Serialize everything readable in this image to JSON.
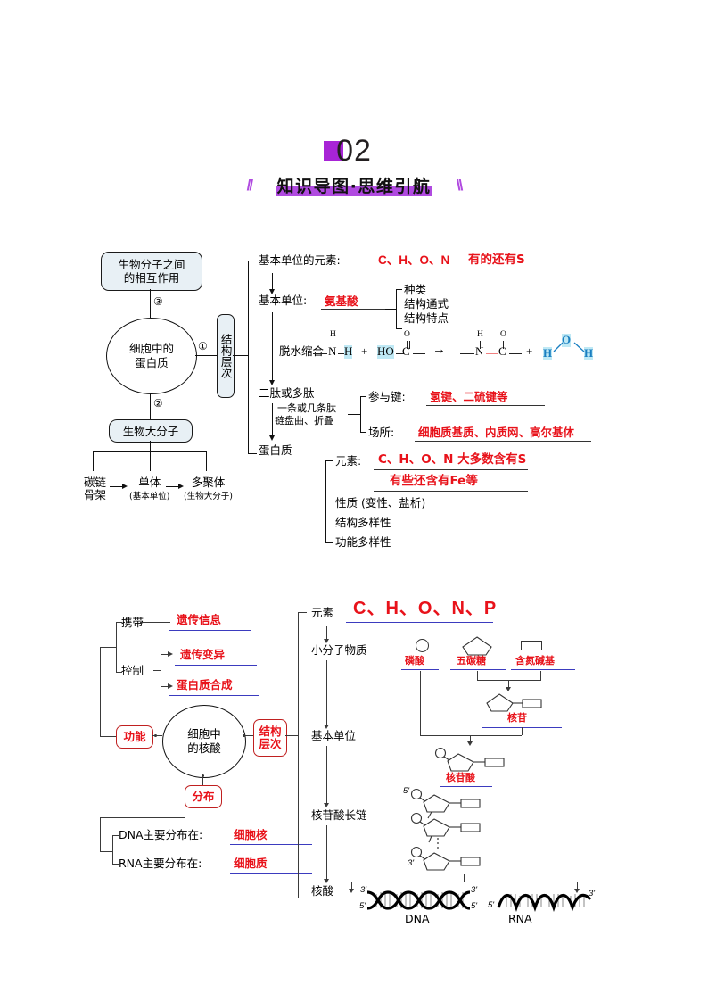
{
  "header": {
    "number": "02",
    "title": "知识导图·思维引航",
    "slash_left": "//",
    "slash_right": "\\\\",
    "accent_color": "#b04ae0",
    "square_color": "#a824d6"
  },
  "protein_map": {
    "center": "细胞中的\n蛋白质",
    "center_line1": "细胞中的",
    "center_line2": "蛋白质",
    "node_top": "生物分子之间\n的相互作用",
    "node_top_line1": "生物分子之间",
    "node_top_line2": "的相互作用",
    "node_bottom": "生物大分子",
    "branch_right_label": "结构层次",
    "marker_1": "①",
    "marker_2": "②",
    "marker_3": "③",
    "polymer_chain": [
      {
        "line1": "碳链",
        "line2": "骨架"
      },
      {
        "line1": "单体",
        "line2": "(基本单位)"
      },
      {
        "line1": "多聚体",
        "line2": "(生物大分子)"
      }
    ],
    "steps": {
      "elements_label": "基本单位的元素:",
      "elements_value": "C、H、O、N",
      "elements_extra": "有的还有S",
      "basic_unit_label": "基本单位:",
      "basic_unit_value": "氨基酸",
      "basic_unit_sub": [
        "种类",
        "结构通式",
        "结构特点"
      ],
      "reaction_label": "脱水缩合",
      "dipeptide": "二肽或多肽",
      "fold_note_line1": "一条或几条肽",
      "fold_note_line2": "链盘曲、折叠",
      "bond_label": "参与键:",
      "bond_value": "氢键、二硫键等",
      "place_label": "场所:",
      "place_value": "细胞质基质、内质网、高尔基体",
      "protein": "蛋白质",
      "protein_element_label": "元素:",
      "protein_element_value": "C、H、O、N  大多数含有S",
      "protein_element_value2": "有些还含有Fe等",
      "protein_props": [
        "性质 (变性、盐析)",
        "结构多样性",
        "功能多样性"
      ]
    },
    "reaction": {
      "left_h_top": "H",
      "left_n": "N",
      "left_h_right": "H",
      "plus1": "+",
      "ho": "HO",
      "o_top": "O",
      "c": "C",
      "arrow": "→",
      "prod_h": "H",
      "prod_n": "N",
      "prod_o": "O",
      "prod_c": "C",
      "plus2": "+",
      "water_h_left": "H",
      "water_o": "O",
      "water_h_right": "H"
    }
  },
  "nucleic_map": {
    "center_line1": "细胞中",
    "center_line2": "的核酸",
    "label_function": "功能",
    "label_structure": "结构层次",
    "label_distribution": "分布",
    "function_items": [
      {
        "label": "携带",
        "value": "遗传信息"
      },
      {
        "label": "控制",
        "value": "遗传变异"
      },
      {
        "label": "",
        "value": "蛋白质合成"
      }
    ],
    "distribution_items": [
      {
        "label": "DNA主要分布在:",
        "value": "细胞核"
      },
      {
        "label": "RNA主要分布在:",
        "value": "细胞质"
      }
    ],
    "steps": {
      "elements_label": "元素",
      "elements_value": "C、H、O、N、P",
      "small_molecule": "小分子物质",
      "basic_unit": "基本单位",
      "long_chain": "核苷酸长链",
      "nucleic_acid": "核酸"
    },
    "molecule_labels": {
      "phosphate": "磷酸",
      "pentose": "五碳糖",
      "base": "含氮碱基",
      "nucleoside": "核苷",
      "nucleotide": "核苷酸"
    },
    "strand_labels": {
      "five_prime": "5'",
      "three_prime": "3'",
      "dna": "DNA",
      "rna": "RNA",
      "dna_left_top": "3'",
      "dna_left_bottom": "5'",
      "dna_right_top": "3'",
      "dna_right_bottom": "5'",
      "rna_left": "5'",
      "rna_right": "3'"
    }
  }
}
